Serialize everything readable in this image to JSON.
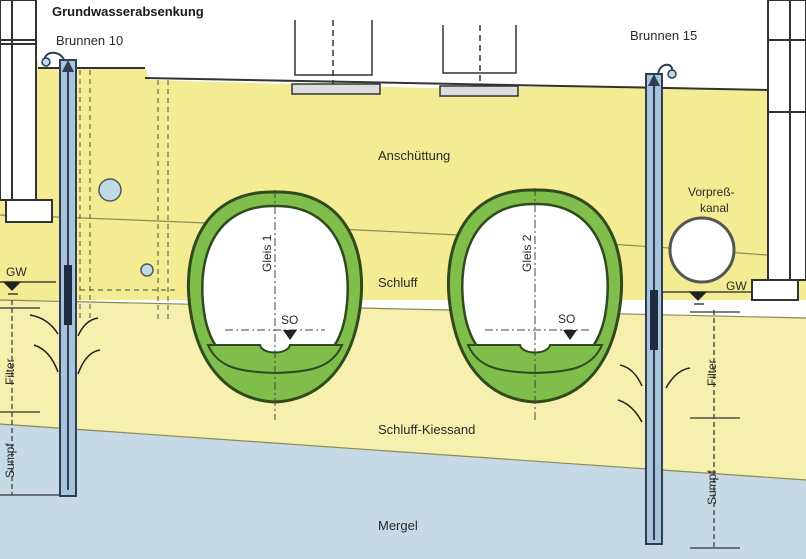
{
  "title": "Grundwasserabsenkung",
  "wells": {
    "left": "Brunnen 10",
    "right": "Brunnen 15"
  },
  "layers": {
    "fill": "Anschüttung",
    "silt": "Schluff",
    "silt_gravel": "Schluff-Kiessand",
    "marl": "Mergel"
  },
  "tunnels": {
    "track1": "Gleis 1",
    "track2": "Gleis 2",
    "so1": "SO",
    "so2": "SO"
  },
  "labels": {
    "gw_left": "GW",
    "gw_right": "GW",
    "filter_left": "Filter",
    "sump_left": "Sumpf",
    "filter_right": "Filter",
    "sump_right": "Sumpf",
    "pregrout_channel": "Vorpreß-\nkanal"
  },
  "colors": {
    "fill": "#f4ec93",
    "silt_gravel": "#f6efae",
    "marl": "#c5dae6",
    "lining": "#7fbe4a",
    "well": "#a9c3db"
  }
}
